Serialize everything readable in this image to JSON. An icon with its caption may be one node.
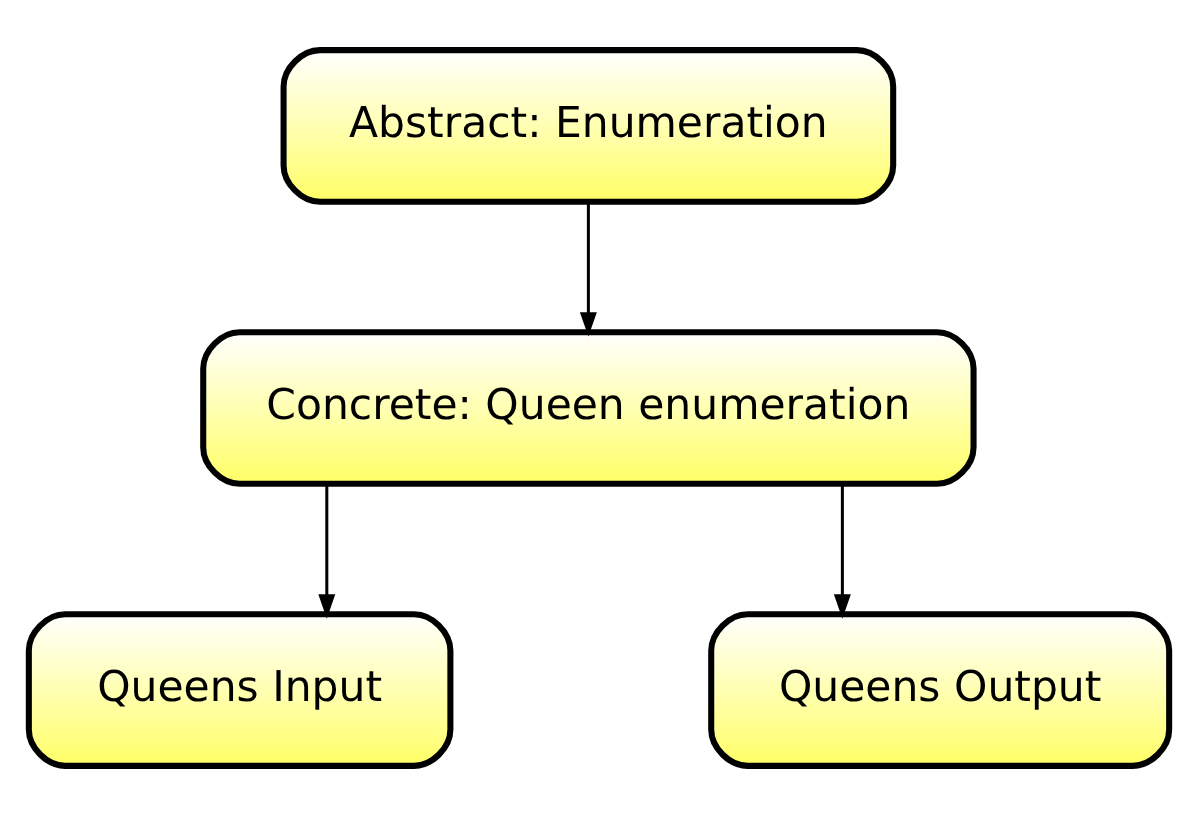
{
  "diagram": {
    "nodes": [
      {
        "text": [
          "Abstract: Enumeration"
        ]
      },
      {
        "text": [
          "Concrete: Queen enumeration"
        ]
      },
      {
        "text": [
          "Queens Input"
        ]
      },
      {
        "text": [
          "Queens Output"
        ]
      }
    ],
    "edges": [
      {
        "from": 0,
        "to": 1,
        "arrow": "to"
      },
      {
        "from": 1,
        "to": 2,
        "arrow": "to"
      },
      {
        "from": 1,
        "to": 3,
        "arrow": "to"
      }
    ]
  }
}
